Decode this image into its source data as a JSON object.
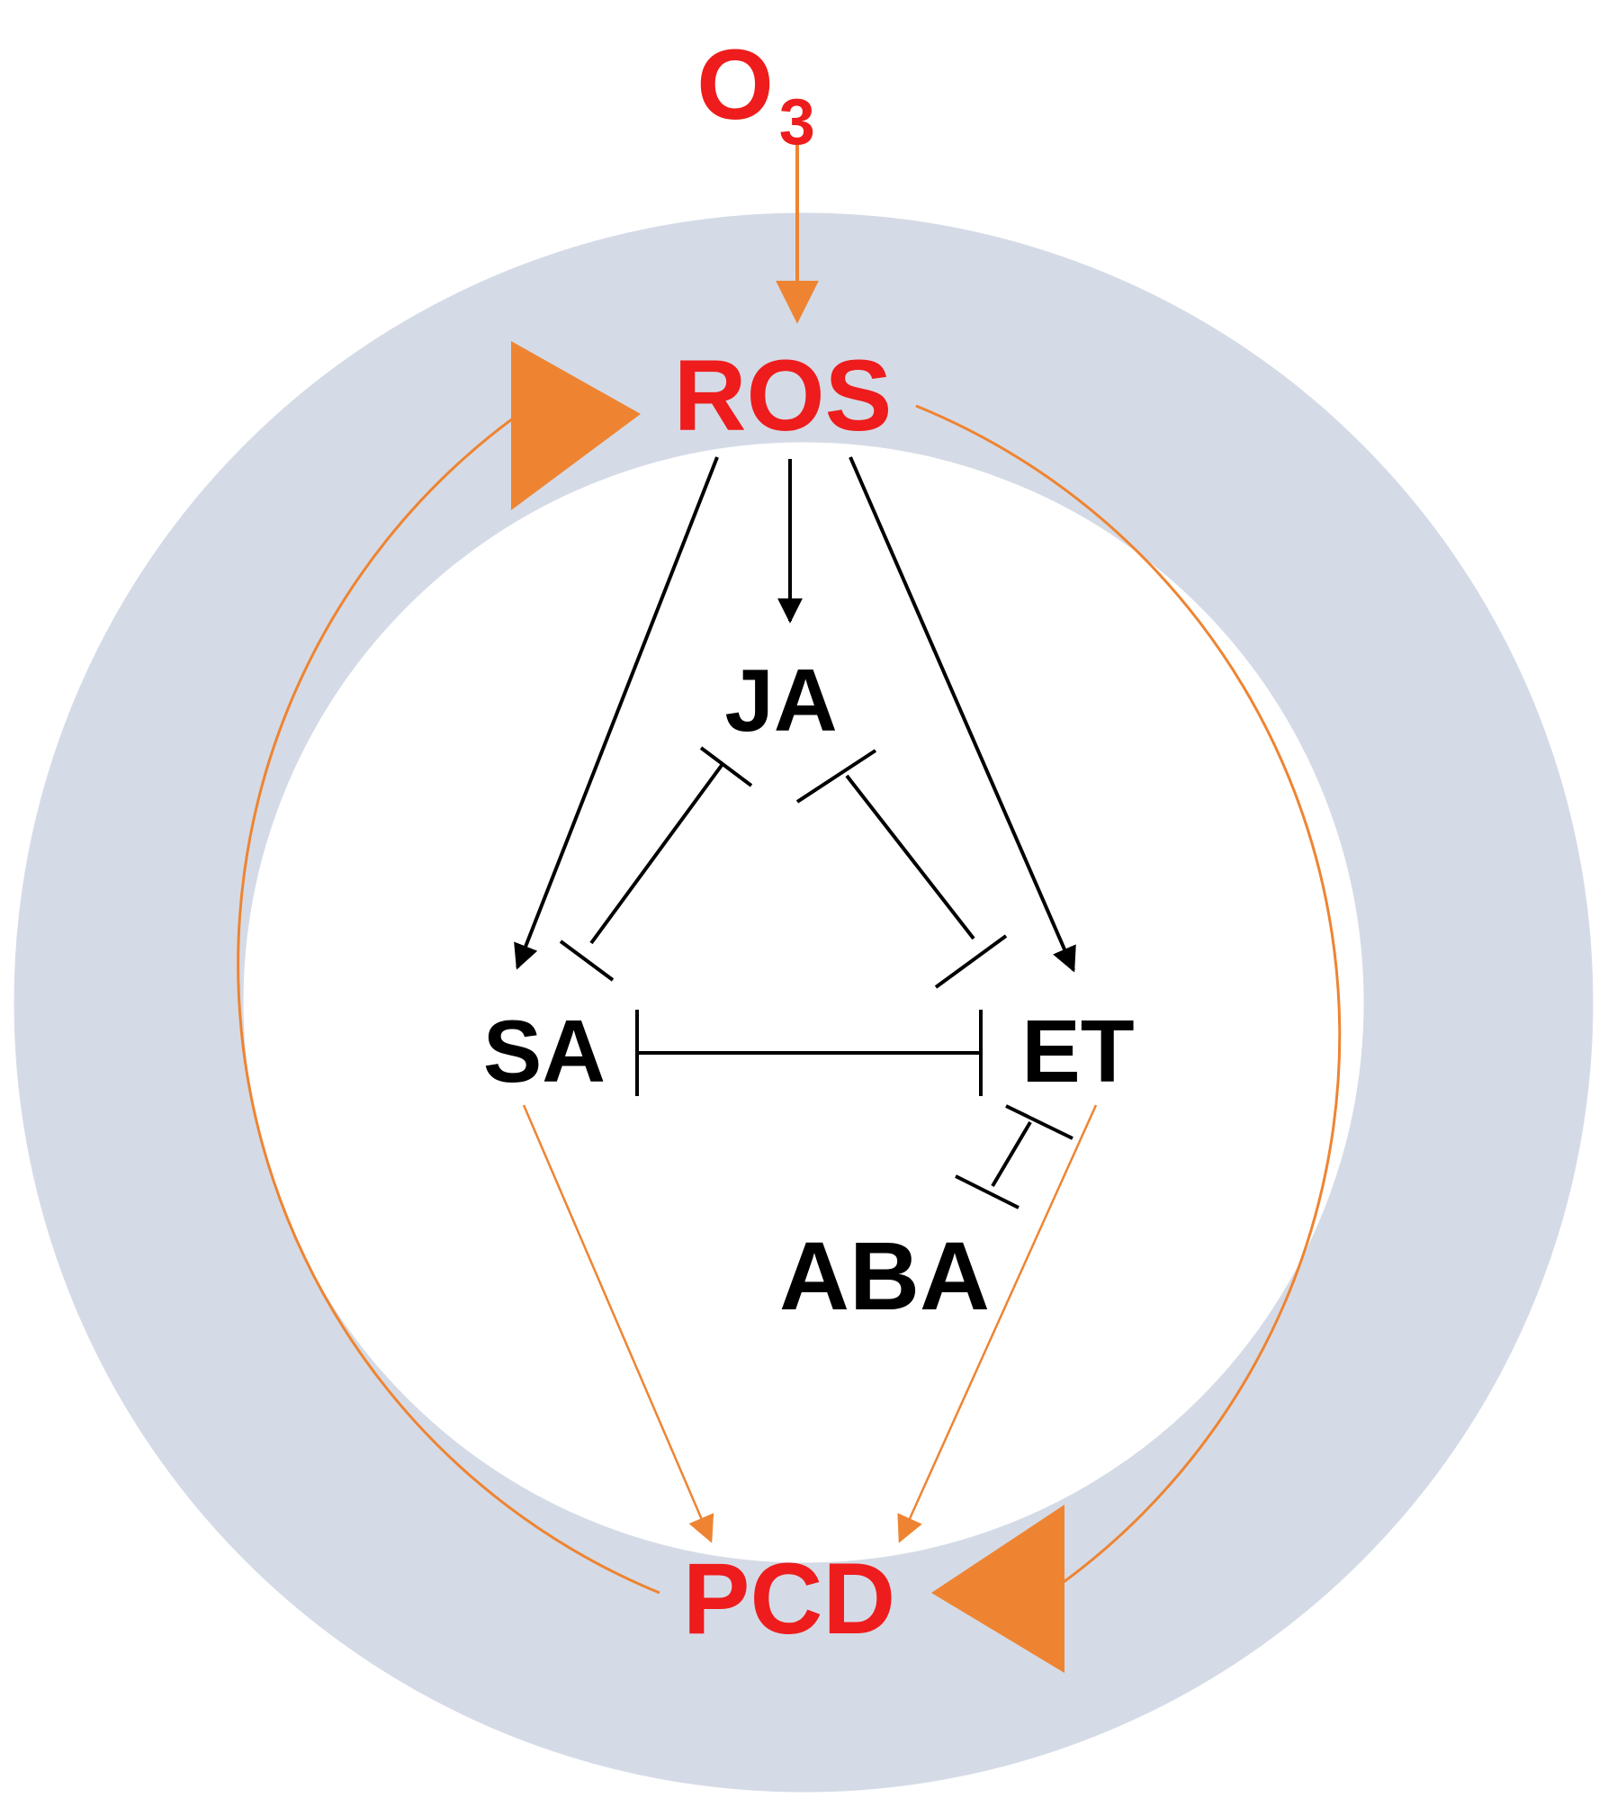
{
  "nodes": {
    "o3": {
      "main": "O",
      "sub": "3"
    },
    "ros": {
      "label": "ROS"
    },
    "ja": {
      "label": "JA"
    },
    "sa": {
      "label": "SA"
    },
    "et": {
      "label": "ET"
    },
    "aba": {
      "label": "ABA"
    },
    "pcd": {
      "label": "PCD"
    }
  },
  "edges": [
    {
      "from": "O3",
      "to": "ROS",
      "type": "activation"
    },
    {
      "from": "ROS",
      "to": "JA",
      "type": "activation"
    },
    {
      "from": "ROS",
      "to": "SA",
      "type": "activation"
    },
    {
      "from": "ROS",
      "to": "ET",
      "type": "activation"
    },
    {
      "from": "JA",
      "to": "SA",
      "type": "mutual-inhibition"
    },
    {
      "from": "JA",
      "to": "ET",
      "type": "mutual-inhibition"
    },
    {
      "from": "SA",
      "to": "ET",
      "type": "mutual-inhibition"
    },
    {
      "from": "ET",
      "to": "ABA",
      "type": "mutual-inhibition"
    },
    {
      "from": "SA",
      "to": "PCD",
      "type": "activation"
    },
    {
      "from": "ET",
      "to": "PCD",
      "type": "activation"
    },
    {
      "from": "ROS",
      "to": "PCD",
      "type": "activation-loop"
    },
    {
      "from": "PCD",
      "to": "ROS",
      "type": "activation-loop"
    }
  ],
  "colors": {
    "ring": "#d5dbe6",
    "orange": "#ee8432",
    "red": "#ee1c1c",
    "black": "#000000"
  }
}
